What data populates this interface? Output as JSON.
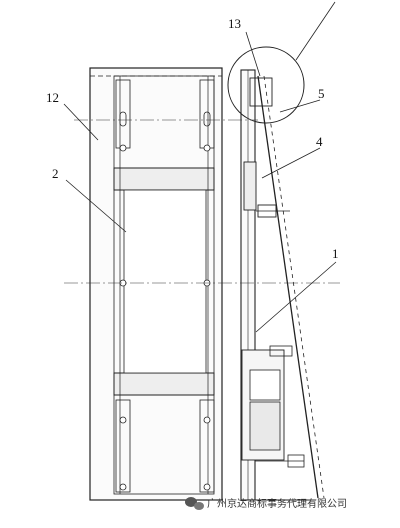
{
  "diagram": {
    "callouts": [
      {
        "id": "label-1",
        "text": "1"
      },
      {
        "id": "label-2",
        "text": "2"
      },
      {
        "id": "label-4",
        "text": "4"
      },
      {
        "id": "label-5",
        "text": "5"
      },
      {
        "id": "label-12",
        "text": "12"
      },
      {
        "id": "label-13",
        "text": "13"
      }
    ]
  },
  "watermark": {
    "text": "广州京达商标事务代理有限公司"
  },
  "colors": {
    "line": "#222222",
    "fill_light": "#f4f4f4",
    "fill_mid": "#e6e6e6"
  }
}
